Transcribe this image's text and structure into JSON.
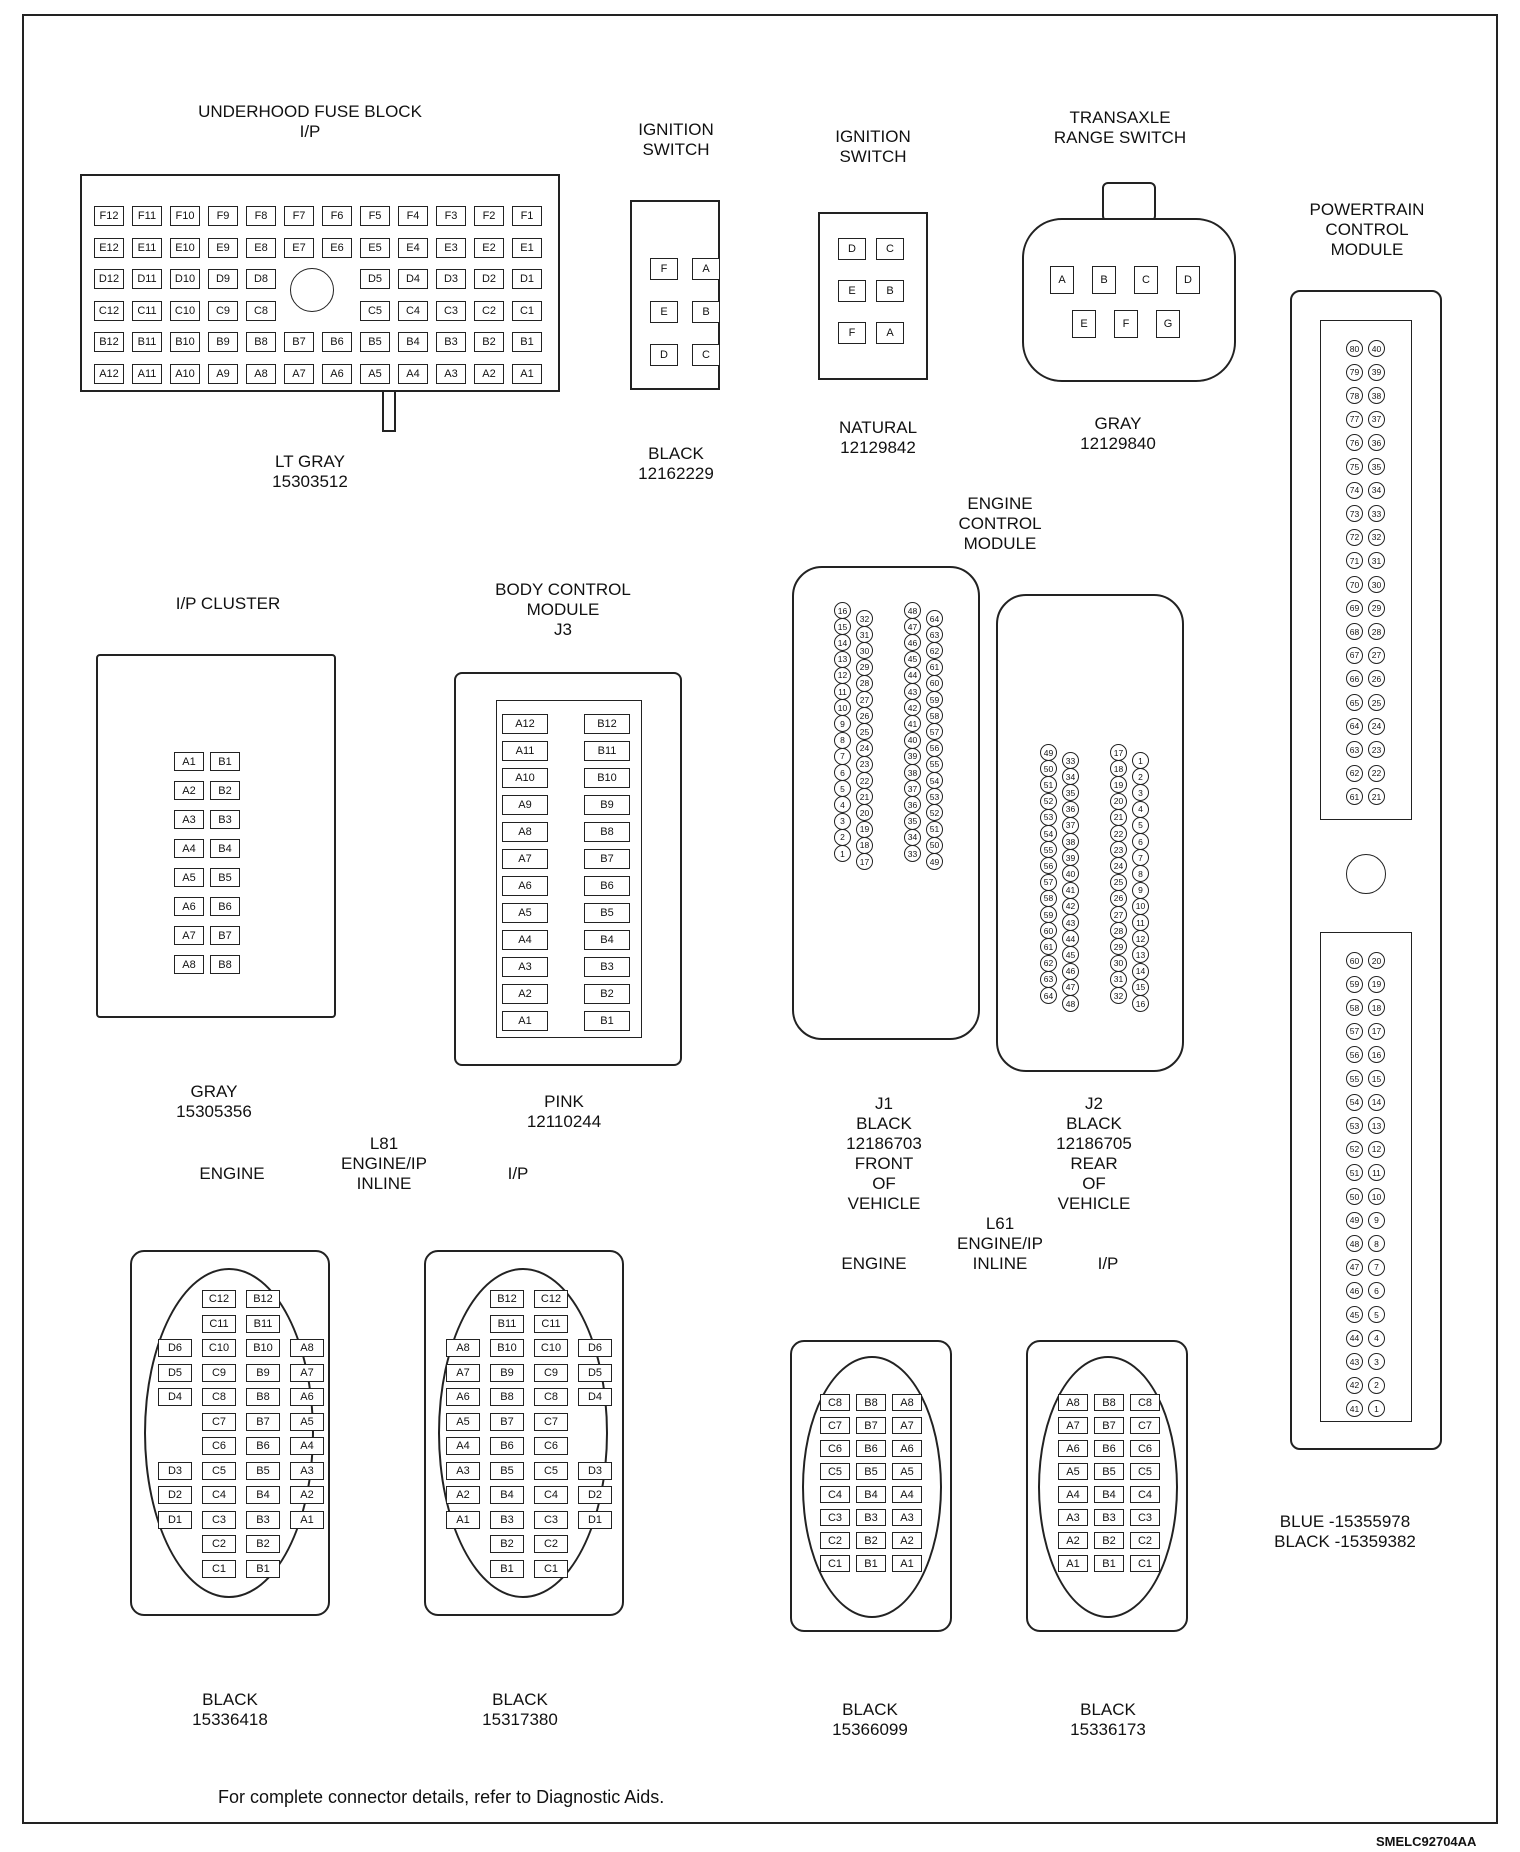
{
  "footer_note": "For complete connector details, refer to Diagnostic Aids.",
  "figure_code": "SMELC92704AA",
  "connectors": {
    "fuse_block": {
      "title": "UNDERHOOD FUSE BLOCK\nI/P",
      "color": "LT GRAY",
      "part": "15303512",
      "rows": [
        [
          "F12",
          "F11",
          "F10",
          "F9",
          "F8",
          "F7",
          "F6",
          "F5",
          "F4",
          "F3",
          "F2",
          "F1"
        ],
        [
          "E12",
          "E11",
          "E10",
          "E9",
          "E8",
          "E7",
          "E6",
          "E5",
          "E4",
          "E3",
          "E2",
          "E1"
        ],
        [
          "D12",
          "D11",
          "D10",
          "D9",
          "D8",
          "",
          "",
          "D5",
          "D4",
          "D3",
          "D2",
          "D1"
        ],
        [
          "C12",
          "C11",
          "C10",
          "C9",
          "C8",
          "",
          "",
          "C5",
          "C4",
          "C3",
          "C2",
          "C1"
        ],
        [
          "B12",
          "B11",
          "B10",
          "B9",
          "B8",
          "B7",
          "B6",
          "B5",
          "B4",
          "B3",
          "B2",
          "B1"
        ],
        [
          "A12",
          "A11",
          "A10",
          "A9",
          "A8",
          "A7",
          "A6",
          "A5",
          "A4",
          "A3",
          "A2",
          "A1"
        ]
      ]
    },
    "ign_switch_1": {
      "title": "IGNITION\nSWITCH",
      "color": "BLACK",
      "part": "12162229",
      "rows": [
        [
          "F",
          "A"
        ],
        [
          "E",
          "B"
        ],
        [
          "D",
          "C"
        ]
      ]
    },
    "ign_switch_2": {
      "title": "IGNITION\nSWITCH",
      "color": "NATURAL",
      "part": "12129842",
      "rows": [
        [
          "D",
          "C"
        ],
        [
          "E",
          "B"
        ],
        [
          "F",
          "A"
        ]
      ]
    },
    "transaxle": {
      "title": "TRANSAXLE\nRANGE SWITCH",
      "color": "GRAY",
      "part": "12129840",
      "top": [
        "A",
        "B",
        "C",
        "D"
      ],
      "bottom": [
        "E",
        "F",
        "G"
      ]
    },
    "pcm": {
      "title": "POWERTRAIN\nCONTROL\nMODULE",
      "colors": "BLUE -15355978\nBLACK -15359382"
    },
    "ip_cluster": {
      "title": "I/P CLUSTER",
      "color": "GRAY",
      "part": "15305356",
      "rows": [
        [
          "A1",
          "B1"
        ],
        [
          "A2",
          "B2"
        ],
        [
          "A3",
          "B3"
        ],
        [
          "A4",
          "B4"
        ],
        [
          "A5",
          "B5"
        ],
        [
          "A6",
          "B6"
        ],
        [
          "A7",
          "B7"
        ],
        [
          "A8",
          "B8"
        ]
      ]
    },
    "bcm": {
      "title": "BODY CONTROL\nMODULE\nJ3",
      "color": "PINK",
      "part": "12110244",
      "rows": [
        [
          "A12",
          "B12"
        ],
        [
          "A11",
          "B11"
        ],
        [
          "A10",
          "B10"
        ],
        [
          "A9",
          "B9"
        ],
        [
          "A8",
          "B8"
        ],
        [
          "A7",
          "B7"
        ],
        [
          "A6",
          "B6"
        ],
        [
          "A5",
          "B5"
        ],
        [
          "A4",
          "B4"
        ],
        [
          "A3",
          "B3"
        ],
        [
          "A2",
          "B2"
        ],
        [
          "A1",
          "B1"
        ]
      ]
    },
    "ecm": {
      "title": "ENGINE\nCONTROL\nMODULE",
      "j1": "J1\nBLACK\n12186703\nFRONT\nOF\nVEHICLE",
      "j2": "J2\nBLACK\n12186705\nREAR\nOF\nVEHICLE"
    },
    "l81": {
      "title": "L81\nENGINE/IP\nINLINE",
      "engine_title": "ENGINE",
      "ip_title": "I/P",
      "engine_color": "BLACK",
      "engine_part": "15336418",
      "ip_color": "BLACK",
      "ip_part": "15317380",
      "engine_rows": [
        [
          "",
          "C12",
          "B12",
          ""
        ],
        [
          "",
          "C11",
          "B11",
          ""
        ],
        [
          "D6",
          "C10",
          "B10",
          "A8"
        ],
        [
          "D5",
          "C9",
          "B9",
          "A7"
        ],
        [
          "D4",
          "C8",
          "B8",
          "A6"
        ],
        [
          "",
          "C7",
          "B7",
          "A5"
        ],
        [
          "",
          "C6",
          "B6",
          "A4"
        ],
        [
          "D3",
          "C5",
          "B5",
          "A3"
        ],
        [
          "D2",
          "C4",
          "B4",
          "A2"
        ],
        [
          "D1",
          "C3",
          "B3",
          "A1"
        ],
        [
          "",
          "C2",
          "B2",
          ""
        ],
        [
          "",
          "C1",
          "B1",
          ""
        ]
      ],
      "ip_rows": [
        [
          "",
          "B12",
          "C12",
          ""
        ],
        [
          "",
          "B11",
          "C11",
          ""
        ],
        [
          "A8",
          "B10",
          "C10",
          "D6"
        ],
        [
          "A7",
          "B9",
          "C9",
          "D5"
        ],
        [
          "A6",
          "B8",
          "C8",
          "D4"
        ],
        [
          "A5",
          "B7",
          "C7",
          ""
        ],
        [
          "A4",
          "B6",
          "C6",
          ""
        ],
        [
          "A3",
          "B5",
          "C5",
          "D3"
        ],
        [
          "A2",
          "B4",
          "C4",
          "D2"
        ],
        [
          "A1",
          "B3",
          "C3",
          "D1"
        ],
        [
          "",
          "B2",
          "C2",
          ""
        ],
        [
          "",
          "B1",
          "C1",
          ""
        ]
      ]
    },
    "l61": {
      "title": "L61\nENGINE/IP\nINLINE",
      "engine_title": "ENGINE",
      "ip_title": "I/P",
      "engine_color": "BLACK",
      "engine_part": "15366099",
      "ip_color": "BLACK",
      "ip_part": "15336173",
      "engine_rows": [
        [
          "C8",
          "B8",
          "A8"
        ],
        [
          "C7",
          "B7",
          "A7"
        ],
        [
          "C6",
          "B6",
          "A6"
        ],
        [
          "C5",
          "B5",
          "A5"
        ],
        [
          "C4",
          "B4",
          "A4"
        ],
        [
          "C3",
          "B3",
          "A3"
        ],
        [
          "C2",
          "B2",
          "A2"
        ],
        [
          "C1",
          "B1",
          "A1"
        ]
      ],
      "ip_rows": [
        [
          "A8",
          "B8",
          "C8"
        ],
        [
          "A7",
          "B7",
          "C7"
        ],
        [
          "A6",
          "B6",
          "C6"
        ],
        [
          "A5",
          "B5",
          "C5"
        ],
        [
          "A4",
          "B4",
          "C4"
        ],
        [
          "A3",
          "B3",
          "C3"
        ],
        [
          "A2",
          "B2",
          "C2"
        ],
        [
          "A1",
          "B1",
          "C1"
        ]
      ]
    }
  }
}
